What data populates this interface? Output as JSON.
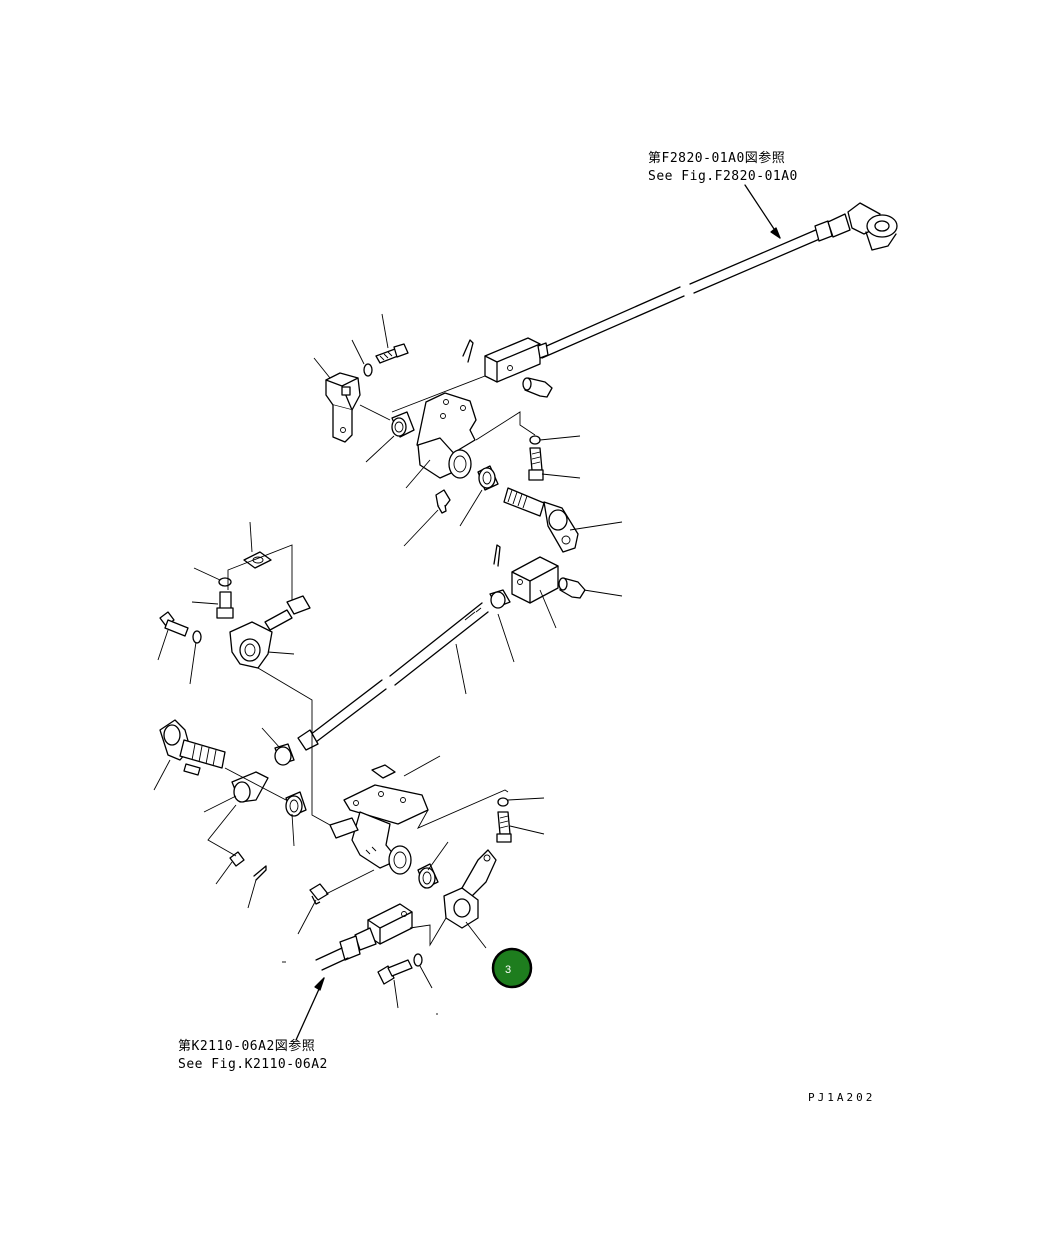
{
  "references": {
    "top": {
      "line1": "第F2820-01A0図参照",
      "line2": "See Fig.F2820-01A0"
    },
    "bottom": {
      "line1": "第K2110-06A2図参照",
      "line2": "See Fig.K2110-06A2"
    }
  },
  "drawing_code": "PJ1A202",
  "callout": {
    "label": "3",
    "fill": "#1e7d1e",
    "stroke": "#000000"
  }
}
